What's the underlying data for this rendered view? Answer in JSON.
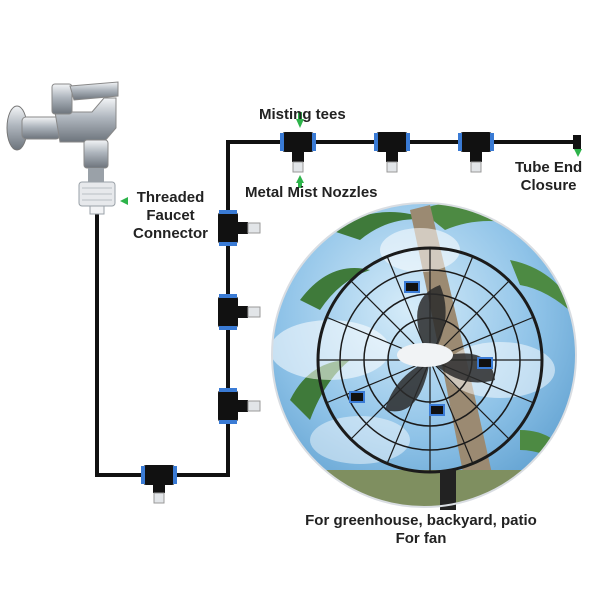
{
  "labels": {
    "misting_tees": "Misting tees",
    "metal_mist_nozzles": "Metal Mist Nozzles",
    "threaded_connector_line1": "Threaded",
    "threaded_connector_line2": "Faucet",
    "threaded_connector_line3": "Connector",
    "tube_end_line1": "Tube End",
    "tube_end_line2": "Closure",
    "caption_line1": "For greenhouse, backyard, patio",
    "caption_line2": "For fan"
  },
  "colors": {
    "tube": "#111111",
    "arrow": "#2db34a",
    "text": "#222222",
    "tee_ring": "#3a7bd5",
    "chrome": "#c9ced4",
    "sky": "#8fc3e8"
  },
  "icons": {
    "faucet": "faucet-icon",
    "connector": "threaded-connector-icon",
    "tee": "misting-tee-icon",
    "nozzle": "mist-nozzle-icon",
    "end_closure": "tube-end-closure-icon",
    "fan": "fan-photo"
  }
}
